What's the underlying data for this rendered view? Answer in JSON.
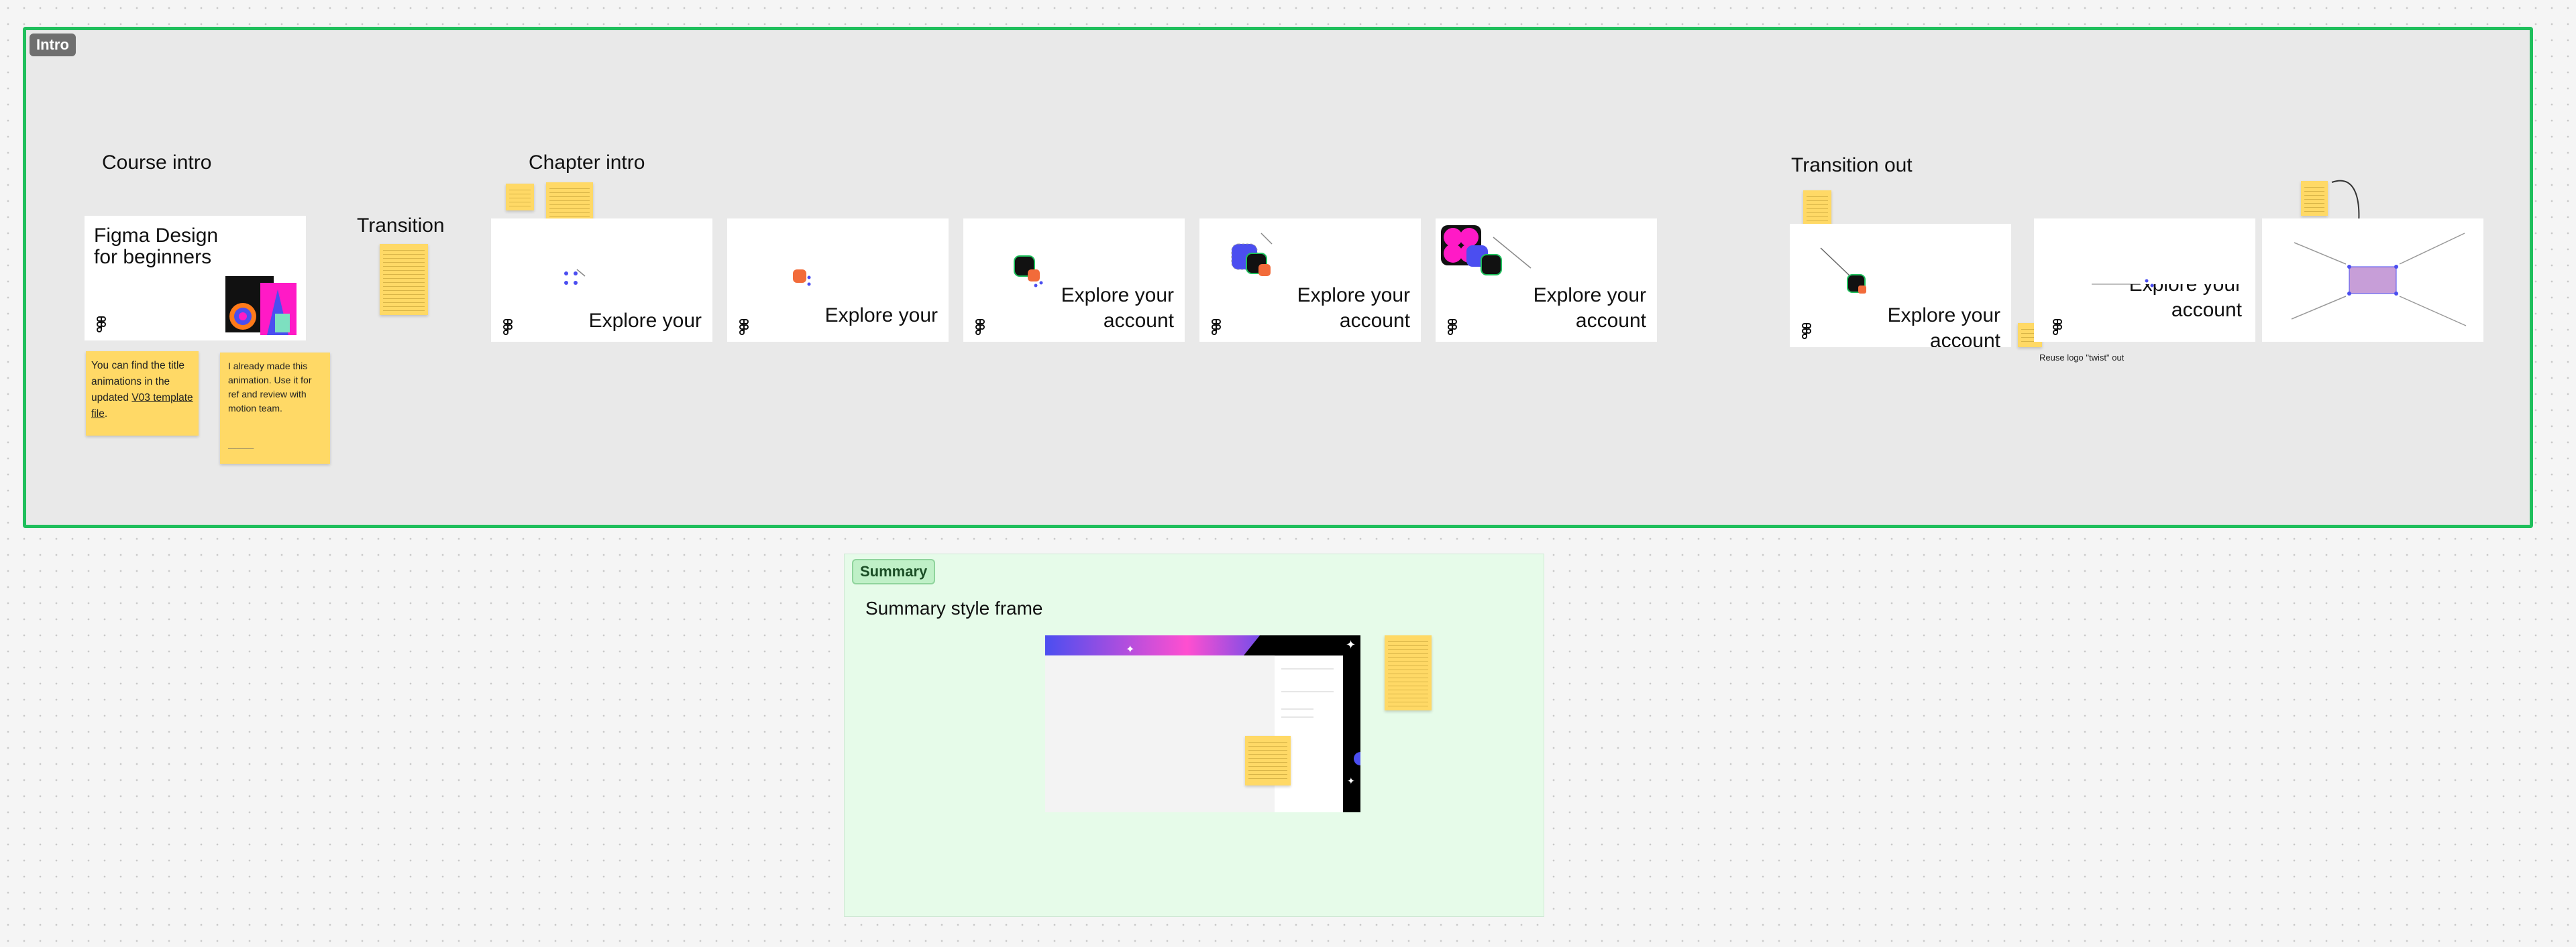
{
  "sections": {
    "intro": {
      "tag": "Intro"
    },
    "summary": {
      "tag": "Summary"
    }
  },
  "headings": {
    "course_intro": "Course intro",
    "transition": "Transition",
    "chapter_intro": "Chapter intro",
    "transition_out": "Transition out",
    "summary_style": "Summary style frame"
  },
  "course_frame": {
    "title_line1": "Figma Design",
    "title_line2": "for beginners"
  },
  "stickies": {
    "template": {
      "pre": "You can find the title animations in the updated ",
      "link": "V03 template file",
      "post": "."
    },
    "made": {
      "text": "I already made  this animation. Use it for ref and review with motion team."
    }
  },
  "explore_frames": {
    "f1": "Explore your",
    "f2": "Explore your",
    "f3": "Explore your account",
    "f4": "Explore your account",
    "f5": "Explore your account",
    "f6": "Explore your account",
    "f7": "Explore your account"
  },
  "captions": {
    "twist": "Reuse logo \"twist\" out"
  },
  "colors": {
    "intro_border": "#1fbf5c",
    "sticky": "#ffd966",
    "summary_bg": "#e6fbe9",
    "accent_blue": "#4b4ef0",
    "accent_magenta": "#ff1ac6",
    "accent_orange": "#f26b3a",
    "accent_purple": "#c79ed8"
  }
}
